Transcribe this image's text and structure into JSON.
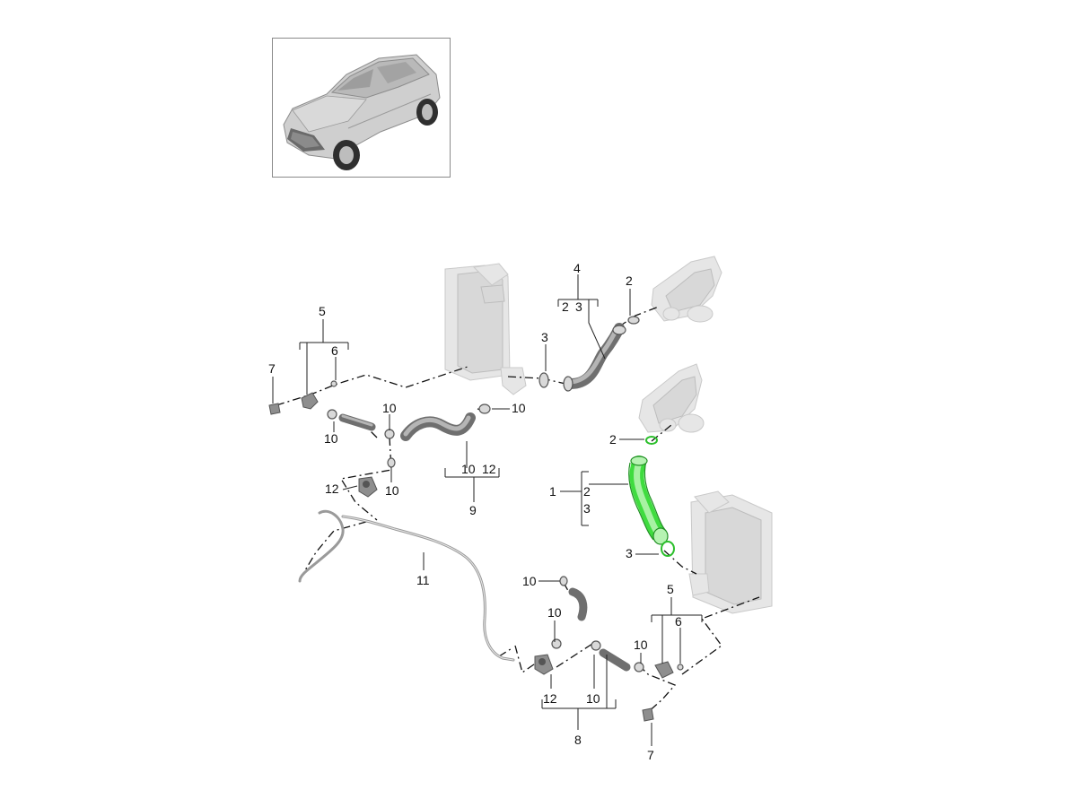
{
  "callouts": {
    "p1": "1",
    "p2": "2",
    "p3": "3",
    "p4": "4",
    "p5": "5",
    "p6": "6",
    "p7": "7",
    "p8": "8",
    "p9": "9",
    "p10": "10",
    "p11": "11",
    "p12": "12"
  },
  "colors": {
    "highlight": "#3fdc3f",
    "parts": "#8e8e8e",
    "ghost": "#e6e6e6",
    "lines": "#111111"
  },
  "highlighted_part": "1",
  "icons": {
    "vehicle_thumbnail": "suv-thumbnail-icon"
  }
}
